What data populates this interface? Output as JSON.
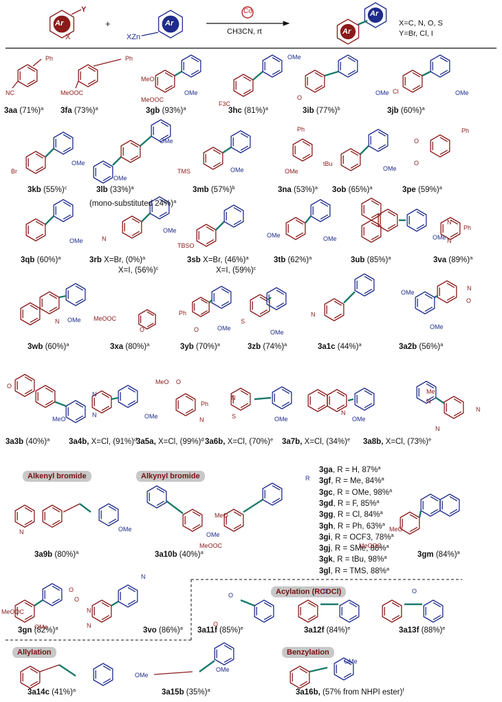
{
  "header": {
    "reagent_y": "Y",
    "reagent_x": "X",
    "plus": "+",
    "ar": "Ar",
    "xzn": "XZn",
    "catalyst": "Co",
    "conditions": "CH3CN, rt",
    "note_x": "X=C, N, O, S",
    "note_y": "Y=Br, Cl, I"
  },
  "compounds": [
    {
      "id": "3aa",
      "yield": "(71%)",
      "sup": "a"
    },
    {
      "id": "3fa",
      "yield": "(73%)",
      "sup": "a"
    },
    {
      "id": "3gb",
      "yield": "(93%)",
      "sup": "a"
    },
    {
      "id": "3hc",
      "yield": "(81%)",
      "sup": "a"
    },
    {
      "id": "3ib",
      "yield": "(77%)",
      "sup": "b"
    },
    {
      "id": "3jb",
      "yield": "(60%)",
      "sup": "a"
    },
    {
      "id": "3kb",
      "yield": "(55%)",
      "sup": "c"
    },
    {
      "id": "3lb",
      "yield": "(33%)",
      "sup": "a"
    },
    {
      "id": "3mb",
      "yield": "(57%)",
      "sup": "b"
    },
    {
      "id": "3na",
      "yield": "(53%)",
      "sup": "a"
    },
    {
      "id": "3ob",
      "yield": "(65%)",
      "sup": "a"
    },
    {
      "id": "3pe",
      "yield": "(59%)",
      "sup": "a"
    },
    {
      "id": "3qb",
      "yield": "(60%)",
      "sup": "a"
    },
    {
      "id": "3rb",
      "yield": "X=Br, (0%)",
      "sup": "a"
    },
    {
      "id": "3sb",
      "yield": "X=Br, (46%)",
      "sup": "a"
    },
    {
      "id": "3tb",
      "yield": "(62%)",
      "sup": "a"
    },
    {
      "id": "3ub",
      "yield": "(85%)",
      "sup": "a"
    },
    {
      "id": "3va",
      "yield": "(89%)",
      "sup": "a"
    },
    {
      "id": "3wb",
      "yield": "(60%)",
      "sup": "a"
    },
    {
      "id": "3xa",
      "yield": "(80%)",
      "sup": "a"
    },
    {
      "id": "3yb",
      "yield": "(70%)",
      "sup": "a"
    },
    {
      "id": "3zb",
      "yield": "(74%)",
      "sup": "a"
    },
    {
      "id": "3a1c",
      "yield": "(44%)",
      "sup": "a"
    },
    {
      "id": "3a2b",
      "yield": "(56%)",
      "sup": "a"
    },
    {
      "id": "3a3b",
      "yield": "(40%)",
      "sup": "a"
    },
    {
      "id": "3a4b,",
      "yield": "X=Cl, (91%)",
      "sup": "d"
    },
    {
      "id": "3a5a,",
      "yield": "X=Cl, (99%)",
      "sup": "d"
    },
    {
      "id": "3a6b,",
      "yield": "X=Cl, (70%)",
      "sup": "e"
    },
    {
      "id": "3a7b,",
      "yield": "X=Cl, (34%)",
      "sup": "e"
    },
    {
      "id": "3a8b,",
      "yield": "X=Cl, (73%)",
      "sup": "e"
    },
    {
      "id": "3a9b",
      "yield": "(80%)",
      "sup": "a"
    },
    {
      "id": "3a10b",
      "yield": "(40%)",
      "sup": "a"
    },
    {
      "id": "3gm",
      "yield": "(84%)",
      "sup": "a"
    },
    {
      "id": "3gn",
      "yield": "(82%)",
      "sup": "a"
    },
    {
      "id": "3vo",
      "yield": "(86%)",
      "sup": "a"
    },
    {
      "id": "3a11f",
      "yield": "(85%)",
      "sup": "e"
    },
    {
      "id": "3a12f",
      "yield": "(84%)",
      "sup": "e"
    },
    {
      "id": "3a13f",
      "yield": "(88%)",
      "sup": "e"
    },
    {
      "id": "3a14c",
      "yield": "(41%)",
      "sup": "a"
    },
    {
      "id": "3a15b",
      "yield": "(35%)",
      "sup": "a"
    },
    {
      "id": "3a16b,",
      "yield": "(57% from NHPI ester)",
      "sup": "f"
    }
  ],
  "extra_notes": {
    "lb_mono": "(mono-substituted 24%)",
    "lb_mono_sup": "a",
    "rb_iodo": "X=I, (56%)",
    "rb_iodo_sup": "c",
    "sb_iodo": "X=I, (59%)",
    "sb_iodo_sup": "c"
  },
  "r_series": [
    {
      "id": "3ga",
      "text": ", R = H, 87%",
      "sup": "a"
    },
    {
      "id": "3gf",
      "text": ", R = Me, 84%",
      "sup": "a"
    },
    {
      "id": "3gc",
      "text": ", R = OMe, 98%",
      "sup": "a"
    },
    {
      "id": "3gd",
      "text": ", R = F, 85%",
      "sup": "a"
    },
    {
      "id": "3gg",
      "text": ", R = Cl, 84%",
      "sup": "a"
    },
    {
      "id": "3gh",
      "text": ", R = Ph, 63%",
      "sup": "a"
    },
    {
      "id": "3gi",
      "text": ", R = OCF3, 78%",
      "sup": "a"
    },
    {
      "id": "3gj",
      "text": ", R = SMe, 88%",
      "sup": "a"
    },
    {
      "id": "3gk",
      "text": ", R = tBu, 98%",
      "sup": "a"
    },
    {
      "id": "3gl",
      "text": ", R = TMS, 88%",
      "sup": "a"
    }
  ],
  "section_labels": {
    "alkenyl": "Alkenyl bromide",
    "alkynyl": "Alkynyl bromide",
    "acylation": "Acylation (RCOCl)",
    "allylation": "Allylation",
    "benzylation": "Benzylation"
  },
  "substituents": {
    "ph": "Ph",
    "ome": "OMe",
    "meo": "MeO",
    "nc": "NC",
    "meooc": "MeOOC",
    "f3c": "F3C",
    "cl": "Cl",
    "br": "Br",
    "tms": "TMS",
    "tbu": "tBu",
    "tbso": "TBSO",
    "me": "Me",
    "o": "O",
    "n": "N",
    "s": "S",
    "r": "R"
  },
  "colors": {
    "red": "#8b1a1a",
    "blue": "#1f2c8c",
    "green": "#1a7a6a",
    "black": "#111111"
  }
}
